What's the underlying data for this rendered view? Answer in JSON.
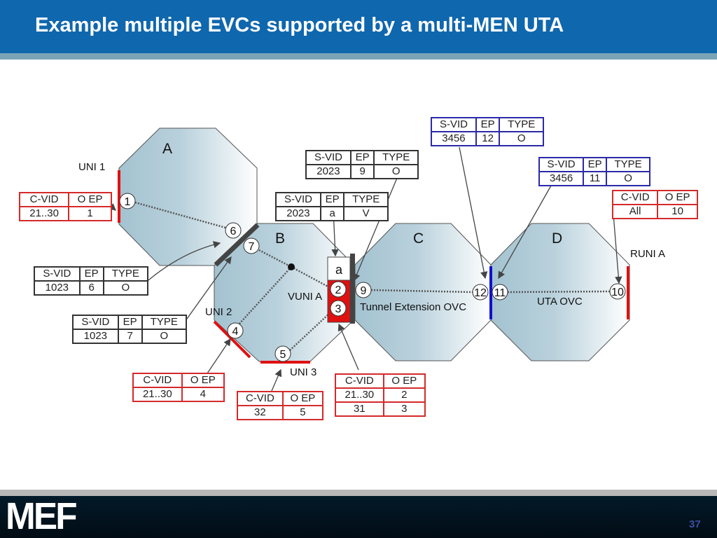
{
  "header": {
    "title": "Example multiple EVCs supported by a multi-MEN UTA"
  },
  "footer": {
    "logo": "MEF",
    "page_number": "37"
  },
  "colors": {
    "header": "#0f67ae",
    "uni": "#e01010",
    "uta": "#1010d0",
    "enni": "#444444"
  },
  "networks": [
    "A",
    "B",
    "C",
    "D"
  ],
  "labels": {
    "uni1": "UNI 1",
    "uni2": "UNI 2",
    "uni3": "UNI 3",
    "vuni": "VUNI A",
    "runi": "RUNI A",
    "tunnel": "Tunnel Extension OVC",
    "uta": "UTA OVC",
    "a_box": "a"
  },
  "endpoints": [
    "1",
    "2",
    "3",
    "4",
    "5",
    "6",
    "7",
    "9",
    "10",
    "11",
    "12"
  ],
  "tables": {
    "c1": {
      "style": "red",
      "rows": [
        [
          "C-VID",
          "O EP"
        ],
        [
          "21..30",
          "1"
        ]
      ]
    },
    "s6": {
      "style": "black",
      "rows": [
        [
          "S-VID",
          "EP",
          "TYPE"
        ],
        [
          "1023",
          "6",
          "O"
        ]
      ]
    },
    "s7": {
      "style": "black",
      "rows": [
        [
          "S-VID",
          "EP",
          "TYPE"
        ],
        [
          "1023",
          "7",
          "O"
        ]
      ]
    },
    "c4": {
      "style": "red",
      "rows": [
        [
          "C-VID",
          "O EP"
        ],
        [
          "21..30",
          "4"
        ]
      ]
    },
    "c5": {
      "style": "red",
      "rows": [
        [
          "C-VID",
          "O EP"
        ],
        [
          "32",
          "5"
        ]
      ]
    },
    "c23": {
      "style": "red",
      "rows": [
        [
          "C-VID",
          "O EP"
        ],
        [
          "21..30",
          "2"
        ],
        [
          "31",
          "3"
        ]
      ]
    },
    "sa": {
      "style": "black",
      "rows": [
        [
          "S-VID",
          "EP",
          "TYPE"
        ],
        [
          "2023",
          "a",
          "V"
        ]
      ]
    },
    "s9": {
      "style": "black",
      "rows": [
        [
          "S-VID",
          "EP",
          "TYPE"
        ],
        [
          "2023",
          "9",
          "O"
        ]
      ]
    },
    "s12": {
      "style": "blue",
      "rows": [
        [
          "S-VID",
          "EP",
          "TYPE"
        ],
        [
          "3456",
          "12",
          "O"
        ]
      ]
    },
    "s11": {
      "style": "blue",
      "rows": [
        [
          "S-VID",
          "EP",
          "TYPE"
        ],
        [
          "3456",
          "11",
          "O"
        ]
      ]
    },
    "c10": {
      "style": "red",
      "rows": [
        [
          "C-VID",
          "O EP"
        ],
        [
          "All",
          "10"
        ]
      ]
    }
  }
}
